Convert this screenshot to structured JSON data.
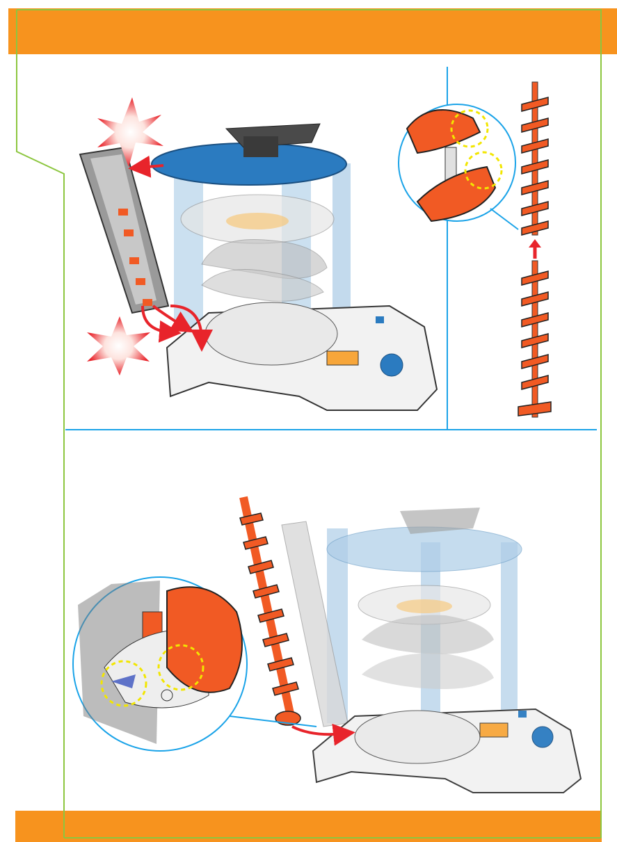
{
  "page": {
    "colors": {
      "header_orange": "#F7931E",
      "frame_green": "#8CC63F",
      "divider_blue": "#1AA3E8",
      "accent_orange": "#F15A24",
      "arrow_red": "#E8242B",
      "track_blue": "#2B7BC0",
      "highlight_yellow": "#F2E600"
    }
  },
  "panels": [
    {
      "name": "step-a",
      "description_icons": [
        "tower-base",
        "side-rail",
        "snap-burst",
        "turntable-top"
      ]
    },
    {
      "name": "step-b",
      "description_icons": [
        "auger-screw-upper",
        "auger-screw-lower",
        "join-detail"
      ]
    },
    {
      "name": "step-c",
      "description_icons": [
        "auger-insert",
        "base-socket-detail"
      ]
    }
  ]
}
